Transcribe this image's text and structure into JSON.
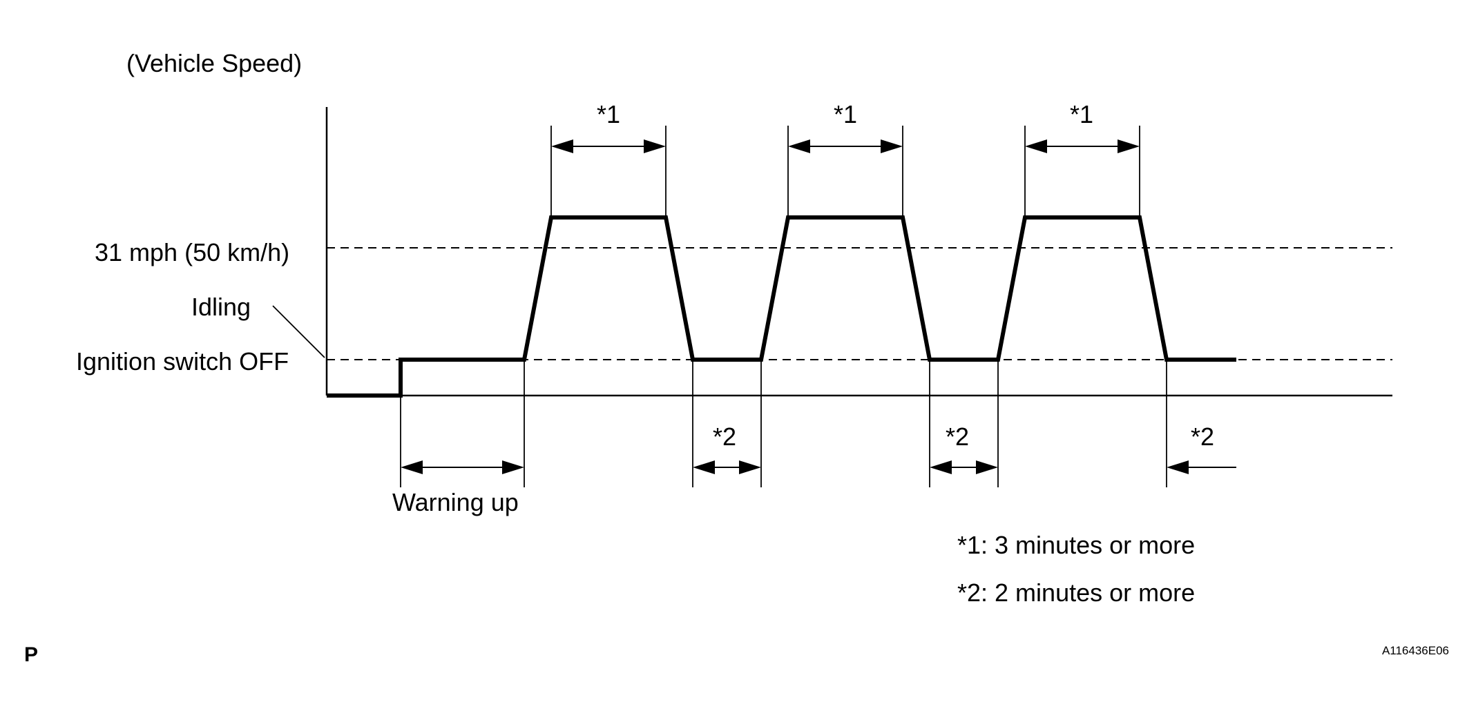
{
  "diagram": {
    "y_axis_label": "(Vehicle Speed)",
    "level_labels": {
      "speed": "31 mph (50 km/h)",
      "idling": "Idling",
      "ignition_off": "Ignition switch OFF"
    },
    "interval_labels": {
      "cruise": "*1",
      "idle": "*2",
      "warm": "Warning up"
    },
    "cruise_count": 3,
    "idle_count": 3,
    "notes": [
      "*1: 3 minutes or more",
      "*2: 2 minutes or more"
    ],
    "page_marker": "P",
    "figure_id": "A116436E06"
  }
}
